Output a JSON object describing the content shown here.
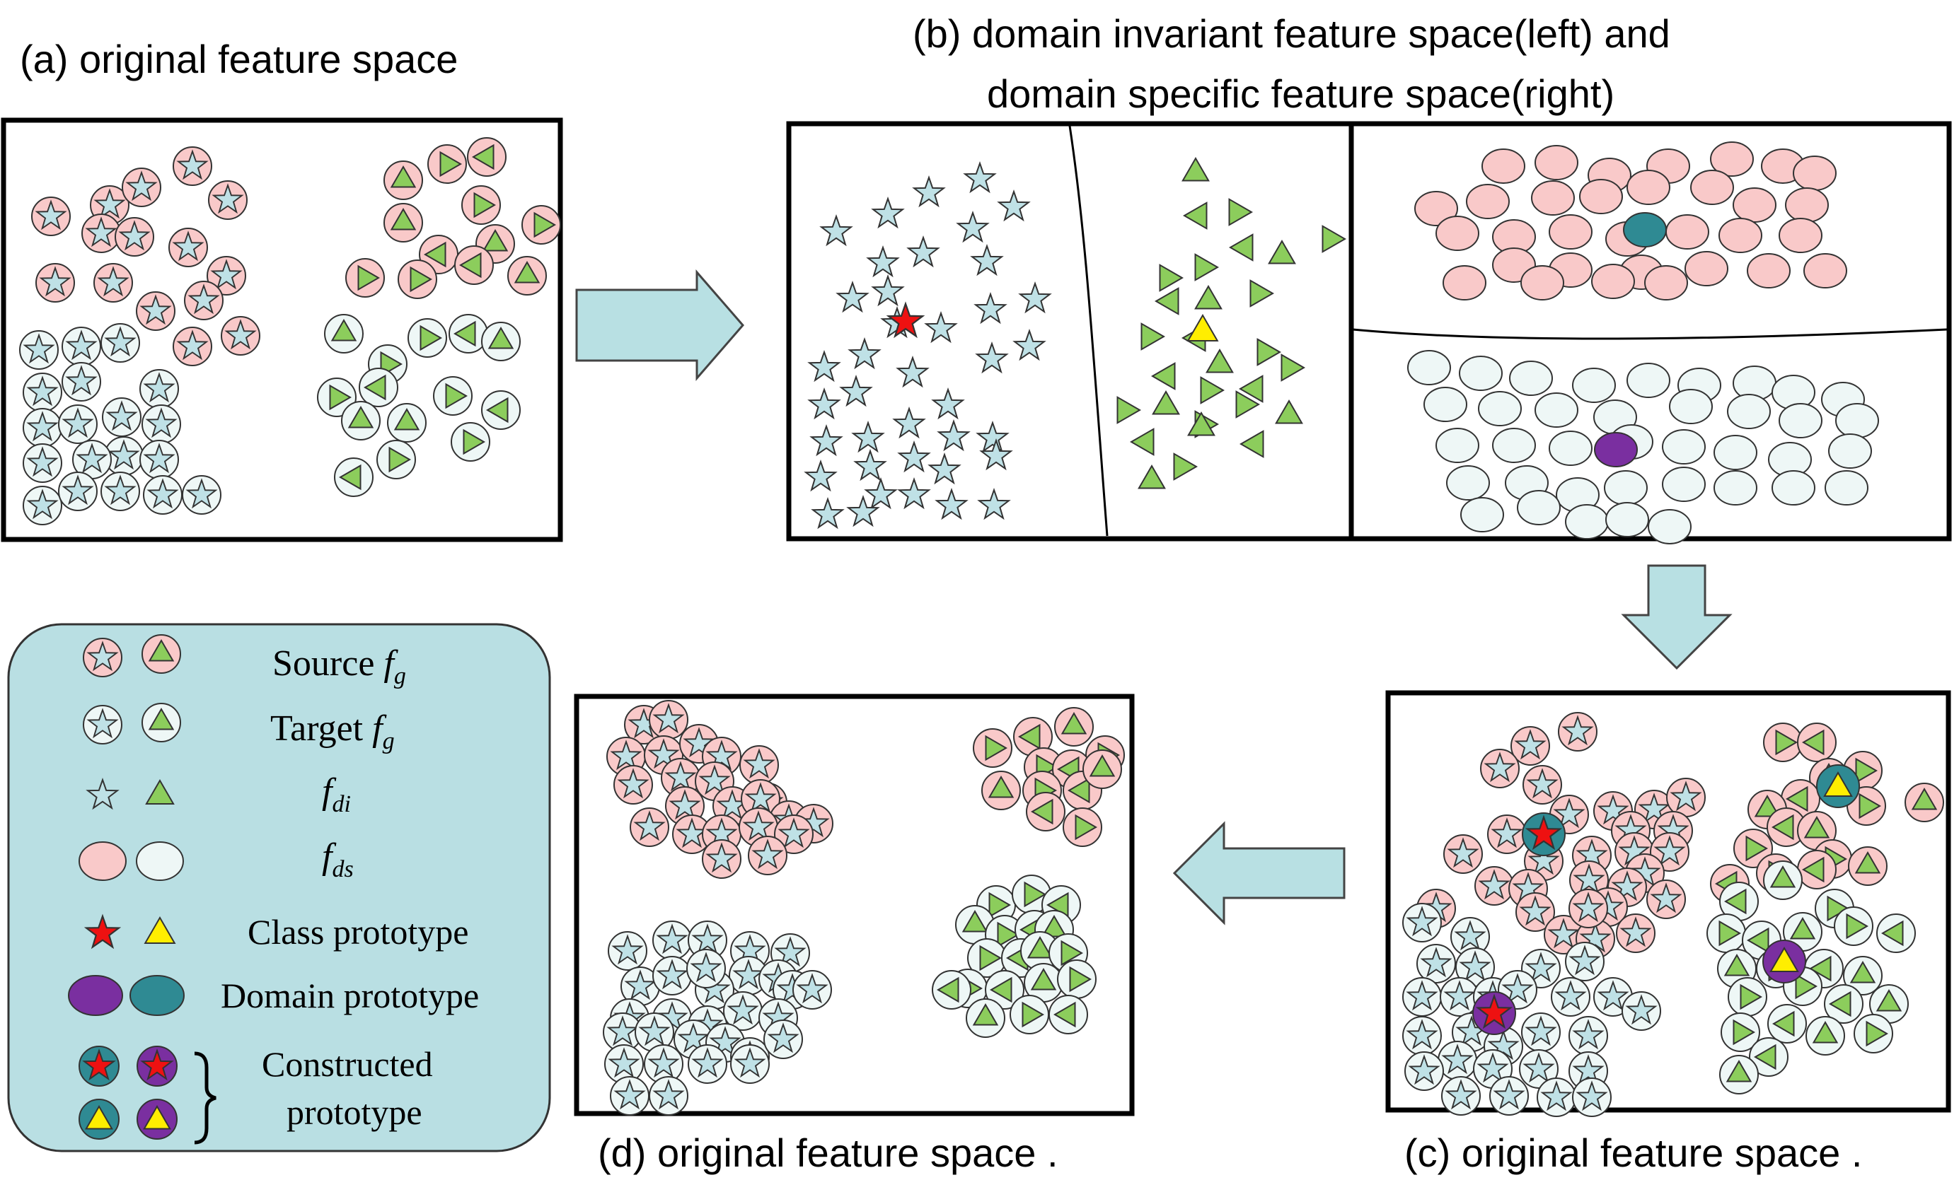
{
  "captions": {
    "a": "(a) original feature space",
    "b_line1": "(b) domain invariant feature space(left) and",
    "b_line2": "domain specific feature space(right)",
    "c": "(c) original feature space .",
    "d": "(d) original feature space ."
  },
  "legend": {
    "source": {
      "label": "Source",
      "symbol": "f",
      "sub": "g"
    },
    "target": {
      "label": "Target",
      "symbol": "f",
      "sub": "g"
    },
    "fdi": {
      "symbol": "f",
      "sub": "di"
    },
    "fds": {
      "symbol": "f",
      "sub": "ds"
    },
    "class_prototype": "Class prototype",
    "domain_prototype": "Domain prototype",
    "constructed_line1": "Constructed",
    "constructed_line2": "prototype"
  },
  "colors": {
    "source_circle": "#f9c9c9",
    "target_circle": "#eef7f6",
    "star_fill": "#bfe1e6",
    "triangle_fill": "#8ccd5c",
    "class_star": "#ee1111",
    "class_triangle": "#ffee00",
    "domain_teal": "#2f8a93",
    "domain_purple": "#7a2fa0",
    "legend_bg": "#b9dfe3",
    "arrow_fill": "#b8e0e3"
  },
  "icons": [
    "arrow-right-icon",
    "arrow-down-icon",
    "arrow-left-icon",
    "brace-icon"
  ]
}
